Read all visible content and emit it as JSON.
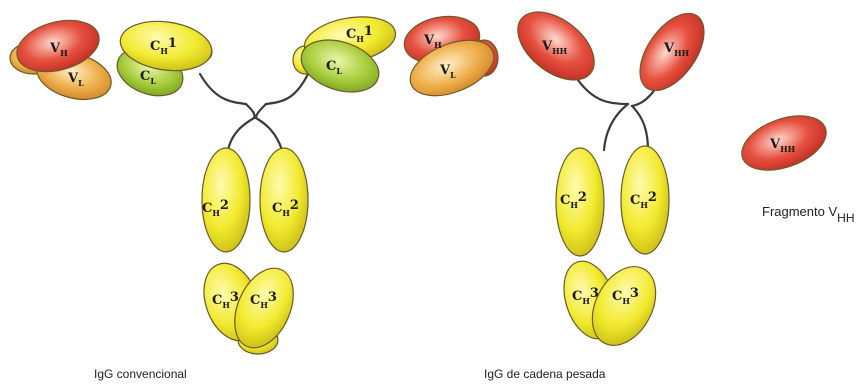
{
  "colors": {
    "yellow": "#f2ea2e",
    "red": "#d6362a",
    "orange": "#e9a13c",
    "green": "#9cc23a",
    "outline": "#6b5a2a",
    "hinge": "#3a3a3a"
  },
  "igg": {
    "caption": "IgG convencional",
    "vh": {
      "main": "V",
      "sub": "H"
    },
    "vl": {
      "main": "V",
      "sub": "L"
    },
    "ch1": {
      "main": "C",
      "sub": "H",
      "post": "1"
    },
    "cl": {
      "main": "C",
      "sub": "L"
    },
    "ch2": {
      "main": "C",
      "sub": "H",
      "post": "2"
    },
    "ch3": {
      "main": "C",
      "sub": "H",
      "post": "3"
    }
  },
  "hcab": {
    "caption": "IgG de cadena pesada",
    "vhh": {
      "main": "V",
      "sub": "HH"
    },
    "ch2": {
      "main": "C",
      "sub": "H",
      "post": "2"
    },
    "ch3": {
      "main": "C",
      "sub": "H",
      "post": "3"
    }
  },
  "fragment": {
    "caption_main": "Fragmento V",
    "caption_sub": "HH",
    "vhh": {
      "main": "V",
      "sub": "HH"
    }
  }
}
